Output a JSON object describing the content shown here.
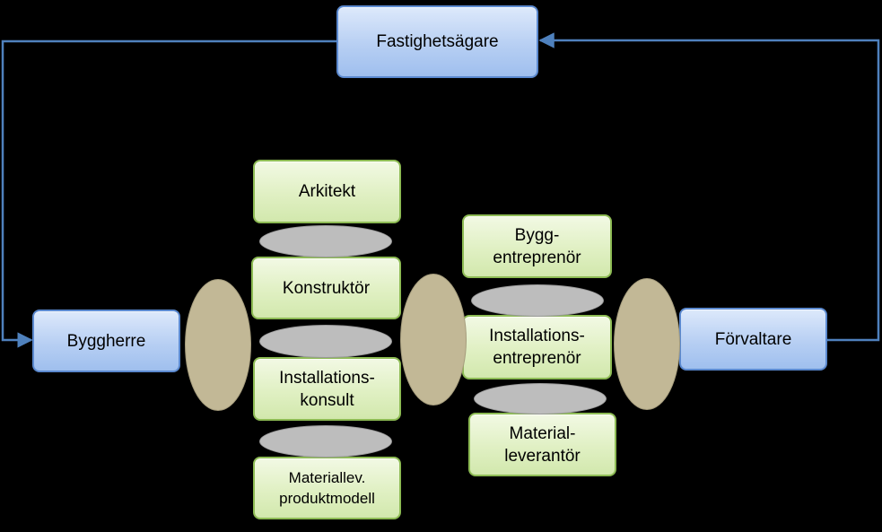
{
  "nodes": {
    "fastighetsagare": "Fastighetsägare",
    "byggherre": "Byggherre",
    "forvaltare": "Förvaltare",
    "arkitekt": "Arkitekt",
    "konstruktor": "Konstruktör",
    "installationskonsult": "Installations-\nkonsult",
    "materiallev_produktmodell": "Materiallev.\nproduktmodell",
    "byggentreprenor": "Bygg-\nentreprenör",
    "installationsentreprenor": "Installations-\nentreprenör",
    "materialleverantor": "Material-\nleverantör"
  },
  "colors": {
    "background": "#000000",
    "blue_fill": "#b7cff3",
    "blue_border": "#5b89cf",
    "green_fill": "#e0f0c3",
    "green_border": "#8dbb54",
    "connector_line": "#4f81bd",
    "gray_ellipse": "#bdbdbd",
    "tan_ellipse": "#c2b896"
  }
}
